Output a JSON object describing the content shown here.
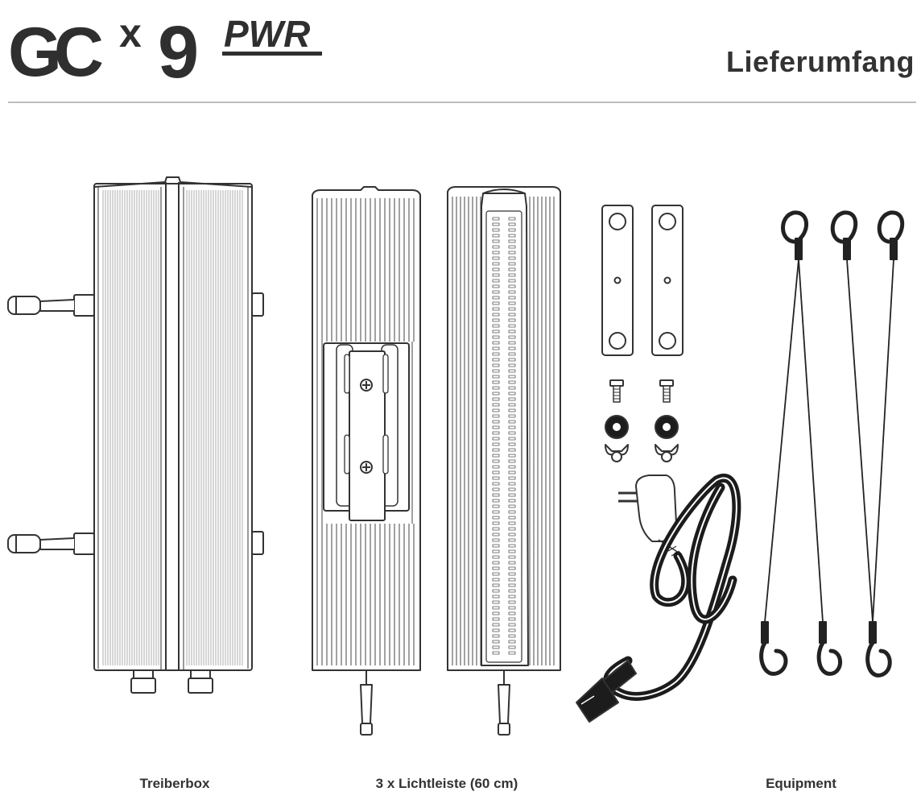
{
  "logo": {
    "text": "GC",
    "sup": "x",
    "number": "9",
    "tag": "PWR"
  },
  "title": "Lieferumfang",
  "captions": {
    "driver": "Treiberbox",
    "lights": "3 x Lichtleiste (60 cm)",
    "equipment": "Equipment"
  },
  "colors": {
    "line": "#333333",
    "rule": "#bdbdbd",
    "cable": "#1c1c1c"
  }
}
